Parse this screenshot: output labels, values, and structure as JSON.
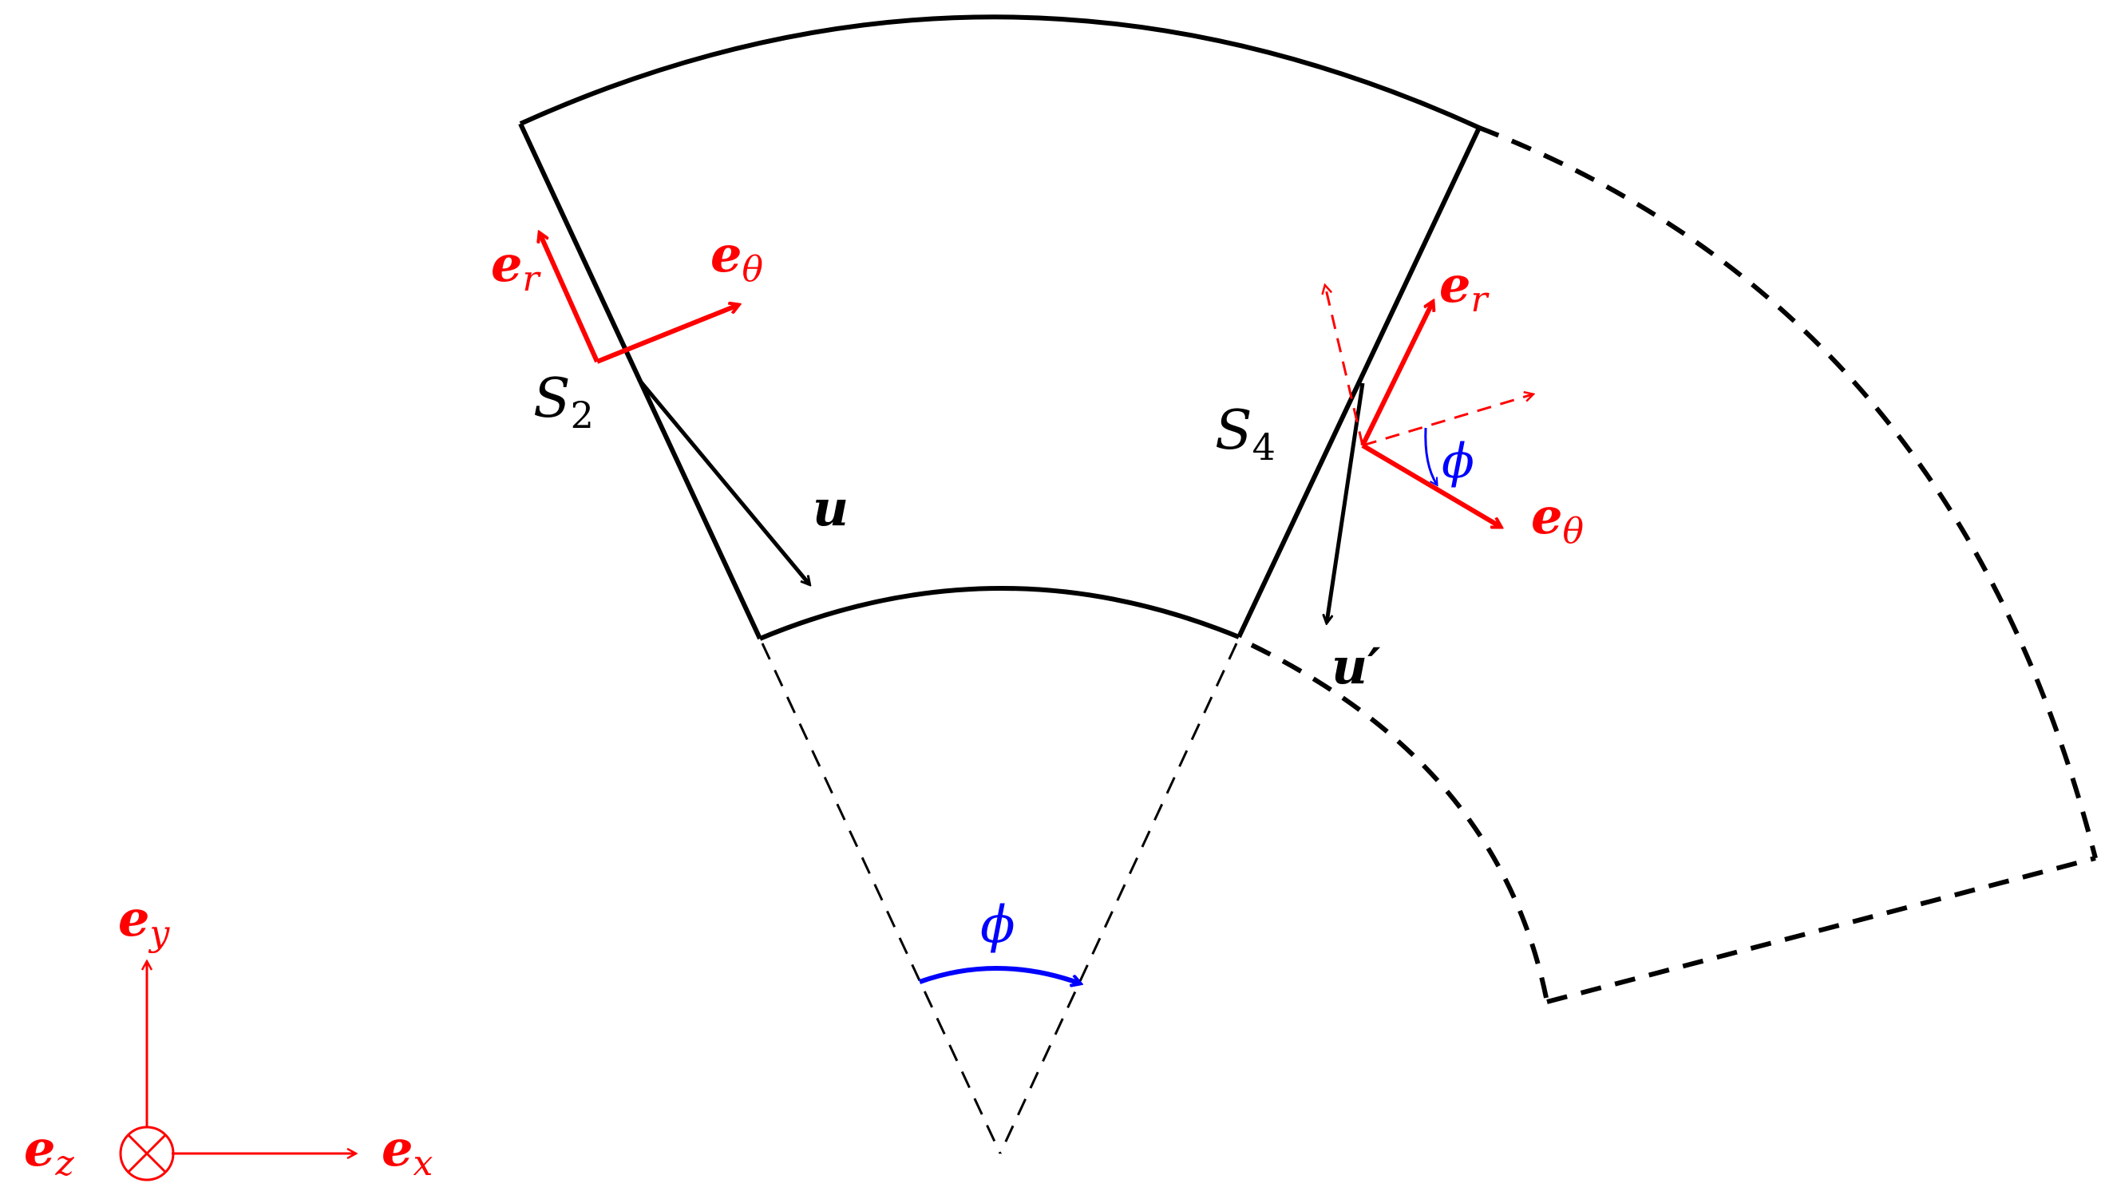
{
  "colors": {
    "shape": "#000000",
    "basis": "#ff0000",
    "angle": "#0000ff"
  },
  "labels": {
    "s2": {
      "main": "S",
      "sub": "2"
    },
    "s4": {
      "main": "S",
      "sub": "4"
    },
    "u": "u",
    "u_prime": "u′",
    "er_left": {
      "main": "e",
      "sub": "r"
    },
    "etheta_left": {
      "main": "e",
      "sub": "θ"
    },
    "er_right": {
      "main": "e",
      "sub": "r"
    },
    "etheta_right": {
      "main": "e",
      "sub": "θ"
    },
    "phi_small": "ϕ",
    "phi_center": "ϕ",
    "ex": {
      "main": "e",
      "sub": "x"
    },
    "ey": {
      "main": "e",
      "sub": "y"
    },
    "ez": {
      "main": "e",
      "sub": "z"
    }
  },
  "icons": {
    "ez_axis": "circled-times-icon"
  }
}
